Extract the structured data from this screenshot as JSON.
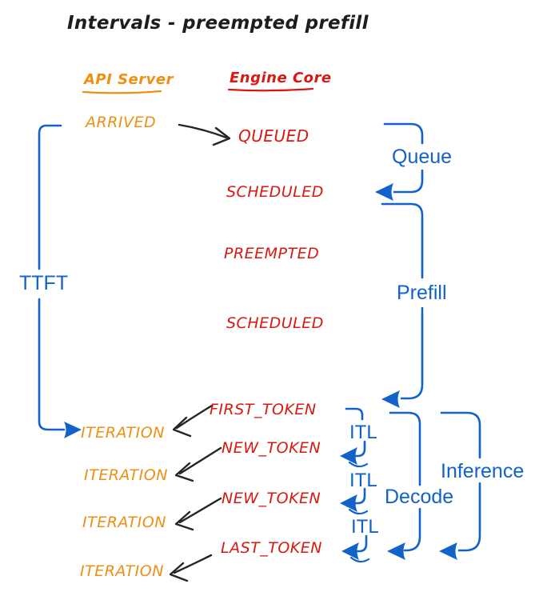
{
  "title": "Intervals - preempted prefill",
  "colors": {
    "orange": "#EE8F12",
    "red": "#D9190F",
    "blue": "#1162C9",
    "ink": "#1d1d1d"
  },
  "headers": {
    "api_server": "API Server",
    "engine_core": "Engine Core"
  },
  "api_server_events": {
    "arrived": "ARRIVED",
    "iteration1": "ITERATION",
    "iteration2": "ITERATION",
    "iteration3": "ITERATION",
    "iteration4": "ITERATION"
  },
  "engine_core_events": {
    "queued": "QUEUED",
    "scheduled1": "SCHEDULED",
    "preempted": "PREEMPTED",
    "scheduled2": "SCHEDULED",
    "first_token": "FIRST_TOKEN",
    "new_token1": "NEW_TOKEN",
    "new_token2": "NEW_TOKEN",
    "last_token": "LAST_TOKEN"
  },
  "intervals": {
    "ttft": "TTFT",
    "queue": "Queue",
    "prefill": "Prefill",
    "itl1": "ITL",
    "itl2": "ITL",
    "itl3": "ITL",
    "decode": "Decode",
    "inference": "Inference"
  }
}
